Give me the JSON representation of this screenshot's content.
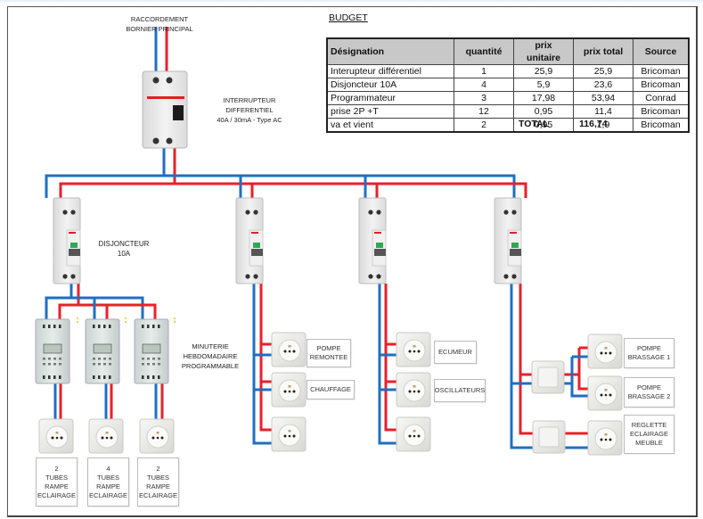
{
  "labels": {
    "main_connection": [
      "RACCORDEMENT",
      "BORNIER PRINCIPAL"
    ],
    "rcd": [
      "INTERRUPTEUR",
      "DIFFERENTIEL",
      "40A / 30mA - Type AC"
    ],
    "breaker": [
      "DISJONCTEUR",
      "10A"
    ],
    "timer": [
      "MINUTERIE",
      "HEBDOMADAIRE",
      "PROGRAMMABLE"
    ]
  },
  "timer_outlets": [
    {
      "lines": [
        "2",
        "TUBES",
        "RAMPE",
        "ECLAIRAGE"
      ]
    },
    {
      "lines": [
        "4",
        "TUBES",
        "RAMPE",
        "ECLAIRAGE"
      ]
    },
    {
      "lines": [
        "2",
        "TUBES",
        "RAMPE",
        "ECLAIRAGE"
      ]
    }
  ],
  "circuit2_outlets": [
    {
      "lines": [
        "POMPE",
        "REMONTEE"
      ]
    },
    {
      "lines": [
        "CHAUFFAGE"
      ]
    }
  ],
  "circuit3_outlets": [
    {
      "lines": [
        "ECUMEUR"
      ]
    },
    {
      "lines": [
        "OSCILLATEURS"
      ]
    }
  ],
  "circuit4_outlets": [
    {
      "lines": [
        "POMPE",
        "BRASSAGE 1"
      ]
    },
    {
      "lines": [
        "POMPE",
        "BRASSAGE 2"
      ]
    },
    {
      "lines": [
        "REGLETTE",
        "ECLAIRAGE",
        "MEUBLE"
      ]
    }
  ],
  "budget": {
    "title": "BUDGET",
    "headers": [
      "Désignation",
      "quantité",
      "prix unitaire",
      "prix total",
      "Source"
    ],
    "rows": [
      [
        "Interupteur différentiel",
        "1",
        "25,9",
        "25,9",
        "Bricoman"
      ],
      [
        "Disjoncteur 10A",
        "4",
        "5,9",
        "23,6",
        "Bricoman"
      ],
      [
        "Programmateur",
        "3",
        "17,98",
        "53,94",
        "Conrad"
      ],
      [
        "prise 2P +T",
        "12",
        "0,95",
        "11,4",
        "Bricoman"
      ],
      [
        "va et vient",
        "2",
        "0,95",
        "1,9",
        "Bricoman"
      ]
    ],
    "total_label": "TOTAL",
    "total_value": "116,74"
  },
  "colors": {
    "neutral_wire": "#1f6fc0",
    "phase_wire": "#e8202a"
  }
}
